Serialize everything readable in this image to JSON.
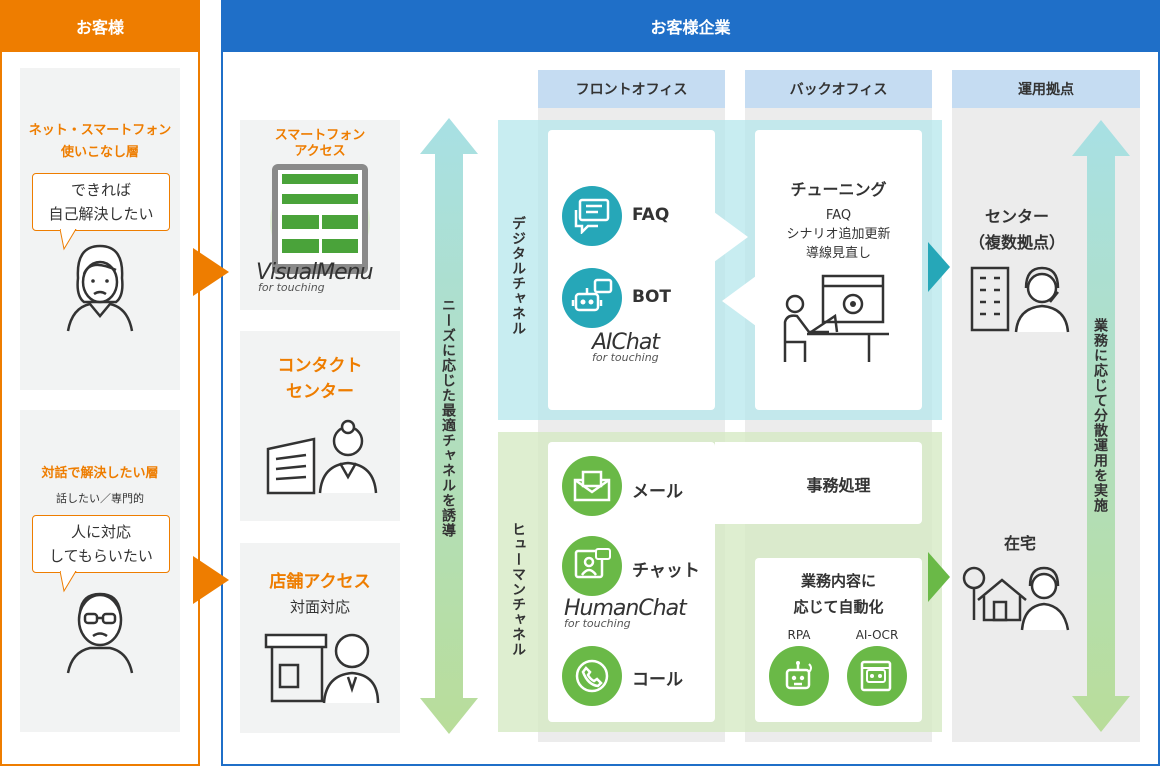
{
  "headers": {
    "customer": "お客様",
    "company": "お客様企業"
  },
  "customers": [
    {
      "title": "ネット・スマートフォン\n使いこなし層",
      "subtitle": "",
      "bubble": "できれば\n自己解決したい"
    },
    {
      "title": "対話で解決したい層",
      "subtitle": "話したい／専門的",
      "bubble": "人に対応\nしてもらいたい"
    }
  ],
  "access": {
    "smartphone": "スマートフォン\nアクセス",
    "visualmenu_main": "VisualMenu",
    "visualmenu_sub": "for touching",
    "contact": "コンタクト\nセンター",
    "store": "店舗アクセス",
    "store_sub": "対面対応"
  },
  "induce_label": "ニーズに応じた最適チャネルを誘導",
  "columns": {
    "front": "フロントオフィス",
    "back": "バックオフィス",
    "base": "運用拠点"
  },
  "channels": {
    "digital": "デジタルチャネル",
    "human": "ヒューマンチャネル"
  },
  "digital_items": {
    "faq": "FAQ",
    "bot": "BOT",
    "aichat_main": "AIChat",
    "aichat_sub": "for touching"
  },
  "human_items": {
    "mail": "メール",
    "chat": "チャット",
    "humanchat_main": "HumanChat",
    "humanchat_sub": "for touching",
    "call": "コール"
  },
  "back": {
    "tuning_title": "チューニング",
    "tuning_lines": "FAQ\nシナリオ追加更新\n導線見直し",
    "admin": "事務処理",
    "auto_title": "業務内容に\n応じて自動化",
    "rpa": "RPA",
    "ocr": "AI-OCR"
  },
  "base": {
    "center": "センター\n（複数拠点）",
    "home": "在宅",
    "distribute": "業務に応じて分散運用を実施"
  },
  "colors": {
    "orange": "#ee7d00",
    "blue": "#1f6fc8",
    "teal": "#26a7b8",
    "green": "#6ab947"
  }
}
